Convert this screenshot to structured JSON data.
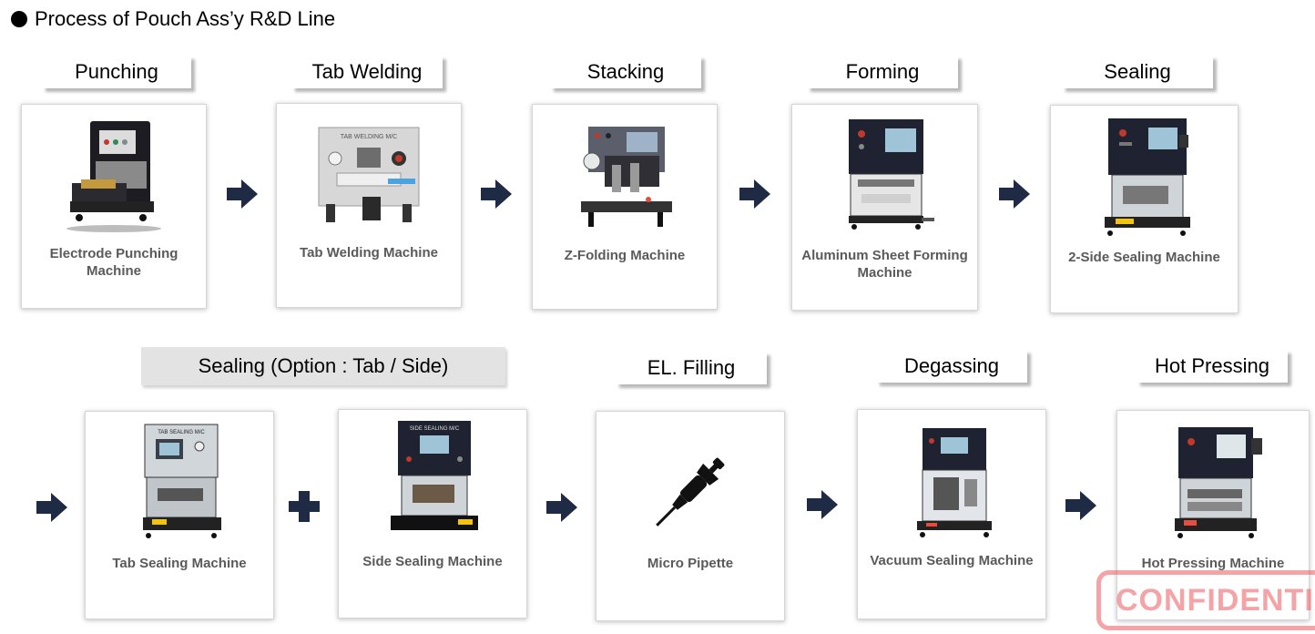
{
  "heading": "Process of Pouch Ass’y R&D Line",
  "row1": [
    {
      "label": "Punching",
      "caption": "Electrode Punching Machine"
    },
    {
      "label": "Tab Welding",
      "caption": "Tab Welding Machine"
    },
    {
      "label": "Stacking",
      "caption": "Z-Folding Machine"
    },
    {
      "label": "Forming",
      "caption": "Aluminum Sheet Forming Machine"
    },
    {
      "label": "Sealing",
      "caption": "2-Side Sealing Machine"
    }
  ],
  "row2": [
    {
      "label": "Sealing (Option : Tab / Side)"
    },
    {
      "caption": "Tab Sealing Machine"
    },
    {
      "caption": "Side Sealing Machine"
    },
    {
      "label": "EL. Filling",
      "caption": "Micro Pipette"
    },
    {
      "label": "Degassing",
      "caption": "Vacuum Sealing Machine"
    },
    {
      "label": "Hot Pressing",
      "caption": "Hot Pressing Machine"
    }
  ],
  "machine_panel_texts": {
    "tab_welding": "TAB WELDING M/C",
    "tab_sealing": "TAB SEALING M/C",
    "side_sealing": "SIDE SEALING M/C"
  },
  "watermark": "CONFIDENTIAL",
  "colors": {
    "arrow": "#1f2a44",
    "label_shadow": "#9a9a9a",
    "caption": "#5a5a5a",
    "watermark": "#eb5a5f"
  },
  "icons": [
    "bullet-dot-icon",
    "right-arrow-icon",
    "plus-icon",
    "micro-pipette-icon"
  ]
}
